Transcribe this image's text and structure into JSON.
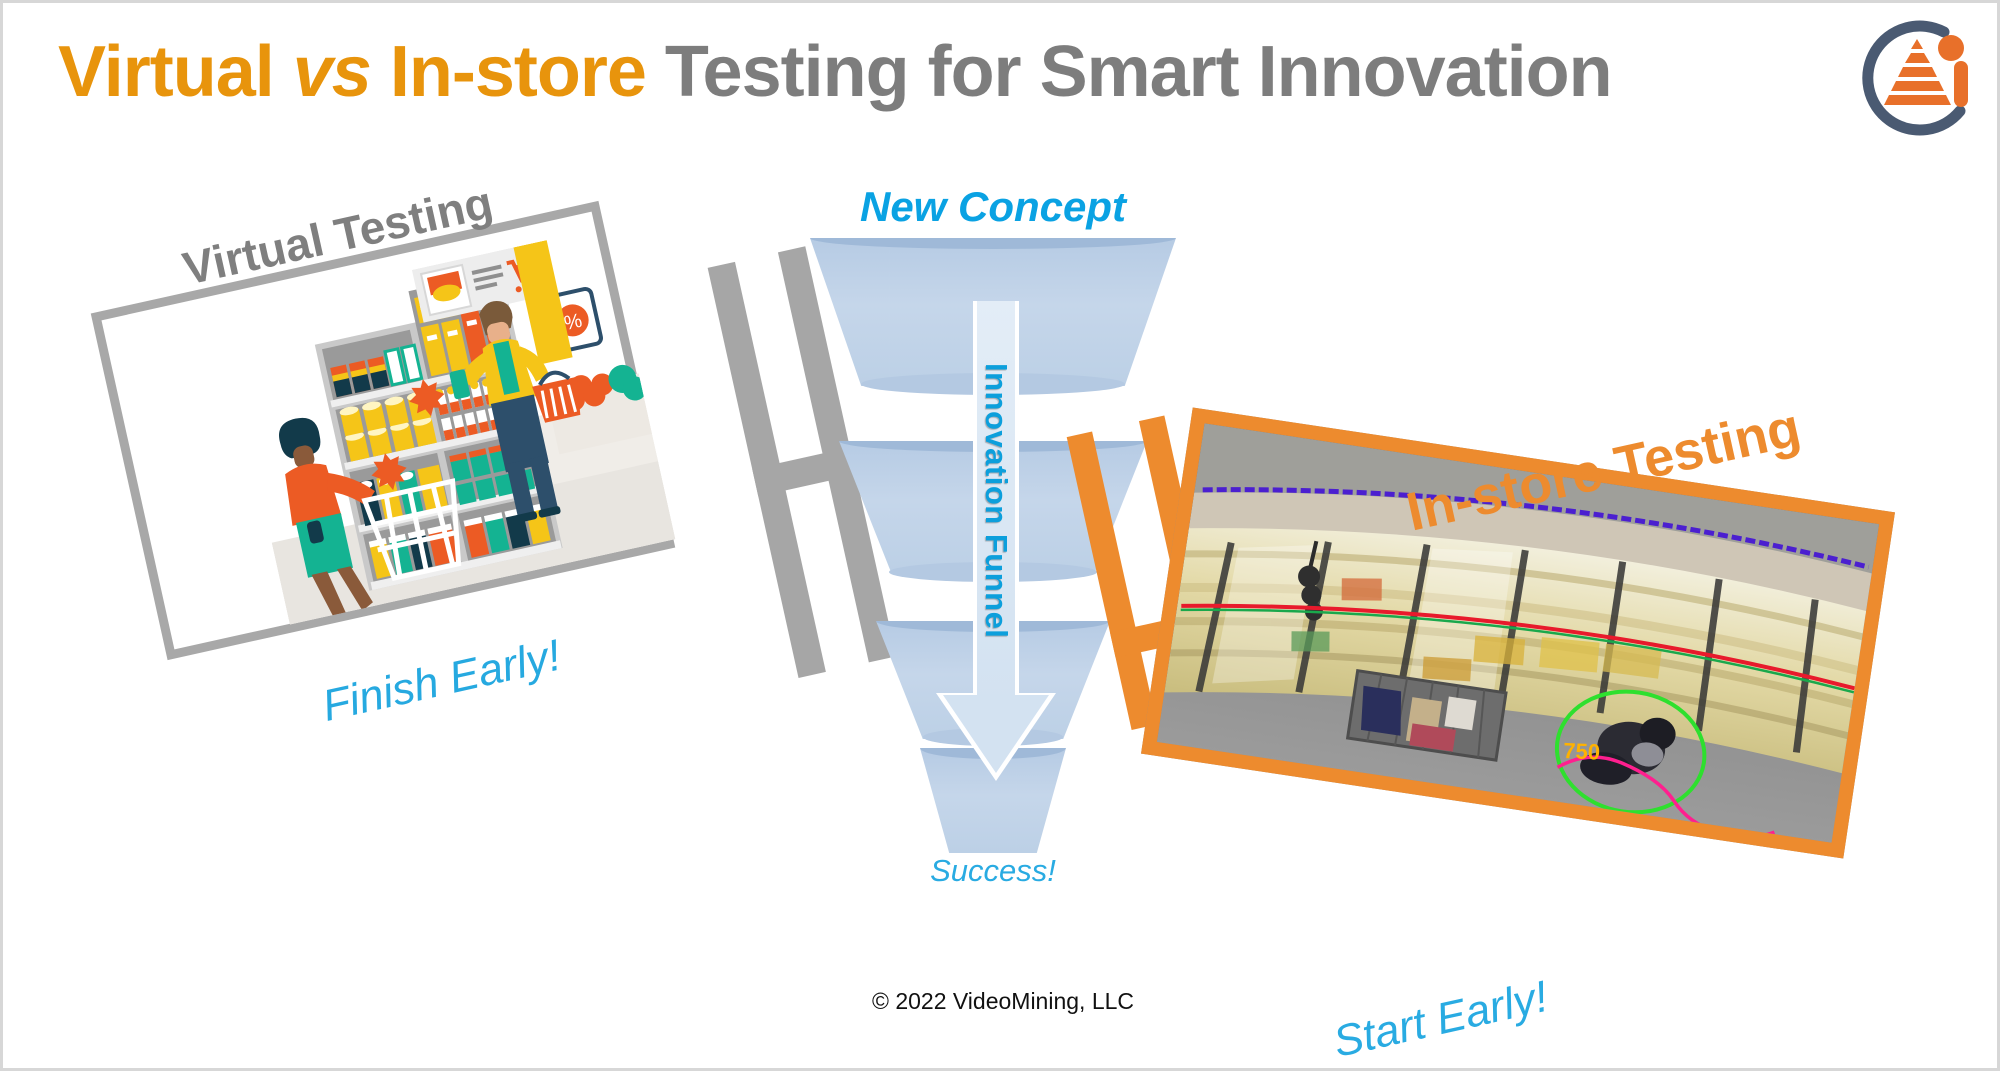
{
  "header": {
    "title_part1": "Virtual",
    "title_part2": "vs",
    "title_part3": "In-store",
    "title_part4": "Testing for Smart Innovation",
    "title_full": "Virtual vs In-store Testing for Smart Innovation",
    "logo_name": "videomining-logo"
  },
  "left_panel": {
    "label": "Virtual Testing",
    "caption": "Finish Early!",
    "illustration_alt": "virtual store shelf illustration with two shoppers"
  },
  "funnel": {
    "top_label": "New Concept",
    "arrow_label": "Innovation Funnel",
    "bottom_label": "Success!",
    "stages": 3
  },
  "right_panel": {
    "label": "In-store Testing",
    "caption": "Start Early!",
    "overlay_number": "750",
    "photo_alt": "in-store CCTV footage of refrigerated aisle with shopper tracking overlays"
  },
  "footer": {
    "copyright": "© 2022 VideoMining, LLC"
  },
  "colors": {
    "title_orange": "#e8940c",
    "title_gray": "#7d7d7d",
    "accent_orange": "#ed8b2e",
    "accent_cyan": "#29abe2",
    "funnel_blue": "#bcd0e6",
    "connector_gray": "#a6a6a6",
    "logo_navy": "#4a5a72"
  }
}
